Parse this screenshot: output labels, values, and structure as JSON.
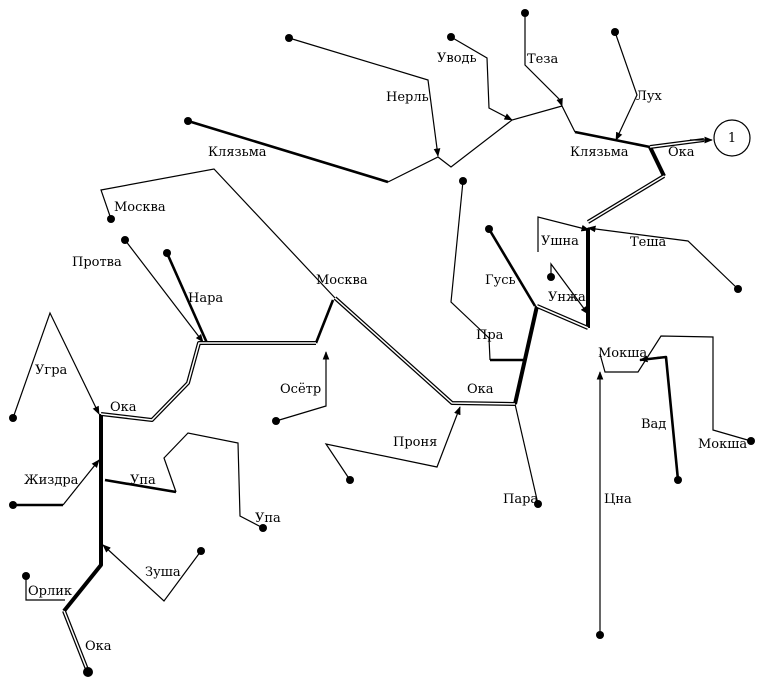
{
  "diagram": {
    "outlet_label": "1",
    "rivers": [
      {
        "id": "oka-lower",
        "label": "Ока"
      },
      {
        "id": "orlik",
        "label": "Орлик"
      },
      {
        "id": "zusha",
        "label": "Зуша"
      },
      {
        "id": "zhizdra",
        "label": "Жиздра"
      },
      {
        "id": "upa-upper",
        "label": "Упа"
      },
      {
        "id": "upa-lower",
        "label": "Упа"
      },
      {
        "id": "ugra",
        "label": "Угра"
      },
      {
        "id": "oka-kaluga",
        "label": "Ока"
      },
      {
        "id": "protva",
        "label": "Протва"
      },
      {
        "id": "nara",
        "label": "Нара"
      },
      {
        "id": "moskva-upper",
        "label": "Москва"
      },
      {
        "id": "moskva-lower",
        "label": "Москва"
      },
      {
        "id": "oseter",
        "label": "Осётр"
      },
      {
        "id": "pronya",
        "label": "Проня"
      },
      {
        "id": "oka-middle",
        "label": "Ока"
      },
      {
        "id": "para",
        "label": "Пара"
      },
      {
        "id": "pra",
        "label": "Пра"
      },
      {
        "id": "gus",
        "label": "Гусь"
      },
      {
        "id": "klyazma-left",
        "label": "Клязьма"
      },
      {
        "id": "nerl",
        "label": "Нерль"
      },
      {
        "id": "uvod",
        "label": "Уводь"
      },
      {
        "id": "teza",
        "label": "Теза"
      },
      {
        "id": "lukh",
        "label": "Лух"
      },
      {
        "id": "klyazma-right",
        "label": "Клязьма"
      },
      {
        "id": "oka-upper",
        "label": "Ока"
      },
      {
        "id": "ushna",
        "label": "Ушна"
      },
      {
        "id": "tesha",
        "label": "Теша"
      },
      {
        "id": "unzha",
        "label": "Унжа"
      },
      {
        "id": "moksha",
        "label": "Мокша"
      },
      {
        "id": "moksha-upper",
        "label": "Мокша"
      },
      {
        "id": "vad",
        "label": "Вад"
      },
      {
        "id": "tsna",
        "label": "Цна"
      }
    ]
  }
}
